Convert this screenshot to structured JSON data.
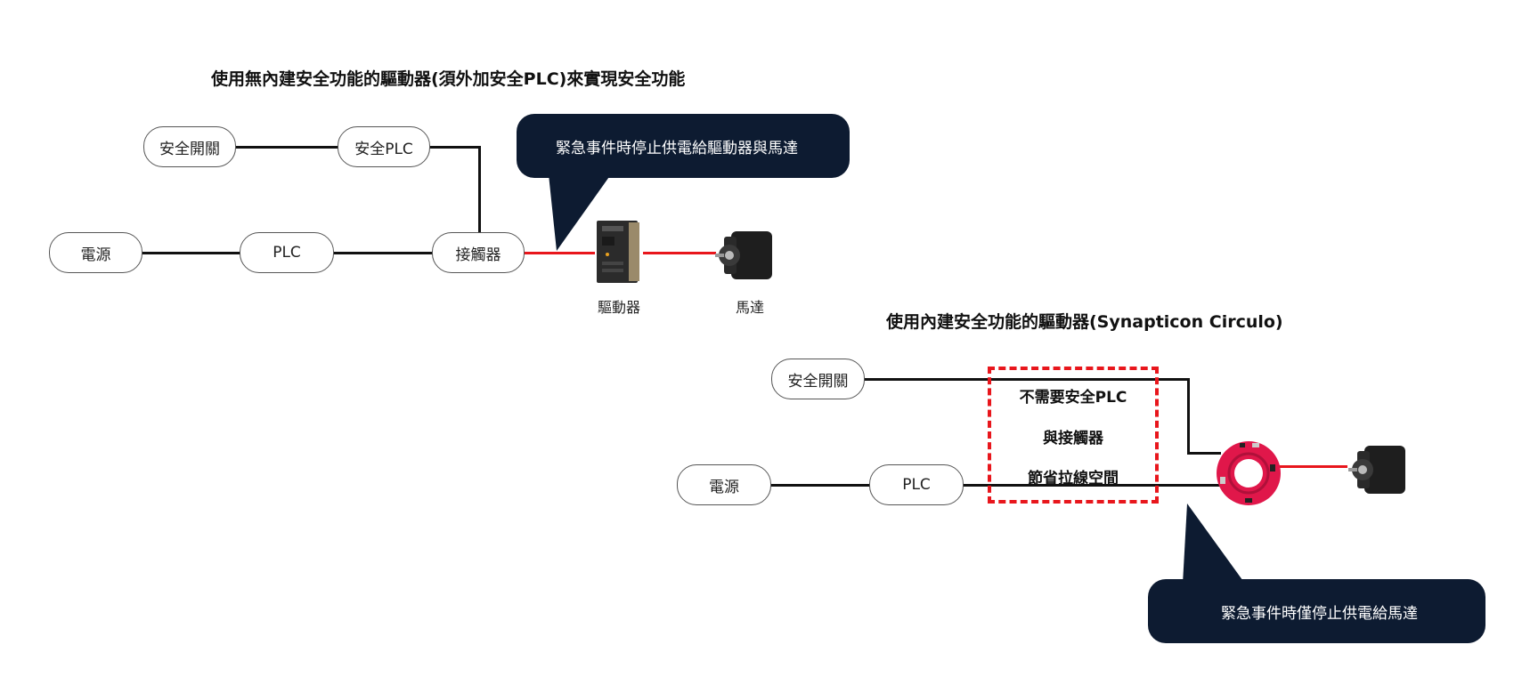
{
  "top": {
    "title": "使用無內建安全功能的驅動器(須外加安全PLC)來實現安全功能",
    "nodes": {
      "safety_switch": "安全開關",
      "safety_plc": "安全PLC",
      "power": "電源",
      "plc": "PLC",
      "contactor": "接觸器"
    },
    "device_labels": {
      "drive": "驅動器",
      "motor": "馬達"
    },
    "callout": "緊急事件時停止供電給驅動器與馬達"
  },
  "bottom": {
    "title": "使用內建安全功能的驅動器(Synapticon Circulo)",
    "nodes": {
      "safety_switch": "安全開關",
      "power": "電源",
      "plc": "PLC"
    },
    "note_lines": [
      "不需要安全PLC",
      "與接觸器",
      "節省拉線空間"
    ],
    "callout": "緊急事件時僅停止供電給馬達"
  },
  "colors": {
    "wire": "#111111",
    "power_wire": "#e8161c",
    "callout_bg": "#0d1b31",
    "dashed_box": "#e8161c",
    "circulo_ring": "#e0174a"
  },
  "icons": {
    "drive": "servo-drive-icon",
    "motor": "servo-motor-icon",
    "circulo": "circulo-ring-drive-icon"
  }
}
